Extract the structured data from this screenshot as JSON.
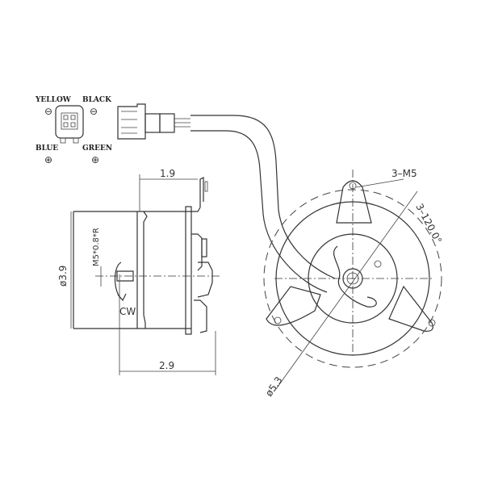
{
  "diagram": {
    "type": "motor technical drawing",
    "connector_pins": [
      {
        "label": "YELLOW",
        "polarity": "⊖"
      },
      {
        "label": "BLACK",
        "polarity": "⊖"
      },
      {
        "label": "BLUE",
        "polarity": "⊕"
      },
      {
        "label": "GREEN",
        "polarity": "⊕"
      }
    ],
    "dimensions": {
      "depth_top": "1.9",
      "depth_bottom": "2.9",
      "diameter_side": "ø3.9",
      "shaft_thread": "M5*0.8*R",
      "rotation": "CW",
      "mount_holes": "3–M5",
      "hole_spacing": "3–120.0°",
      "bolt_circle": "ø5.3"
    },
    "colors": {
      "line": "#333333",
      "background": "#ffffff"
    }
  }
}
